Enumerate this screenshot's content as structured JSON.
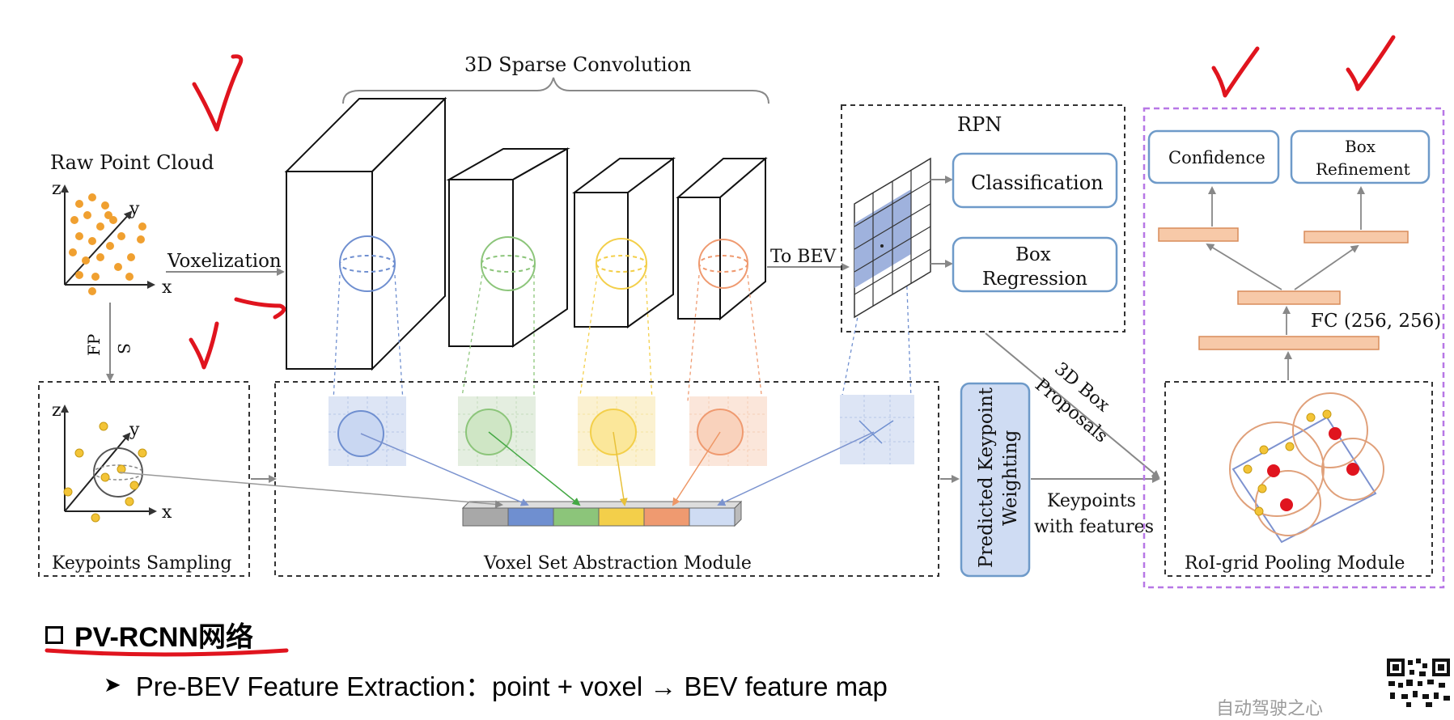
{
  "diagram": {
    "title_sparse_conv": "3D Sparse Convolution",
    "raw_point_cloud": "Raw Point Cloud",
    "axis_x": "x",
    "axis_y": "y",
    "axis_z": "z",
    "voxelization": "Voxelization",
    "fp": "FP",
    "s": "S",
    "to_bev": "To BEV",
    "rpn": "RPN",
    "classification": "Classification",
    "box_regression_1": "Box",
    "box_regression_2": "Regression",
    "keypoints_sampling": "Keypoints Sampling",
    "vsa_module": "Voxel Set Abstraction Module",
    "predicted_keypoint_1": "Predicted Keypoint",
    "predicted_keypoint_2": "Weighting",
    "box_proposals_1": "3D Box",
    "box_proposals_2": "Proposals",
    "keypoints_features_1": "Keypoints",
    "keypoints_features_2": "with features",
    "confidence": "Confidence",
    "box_refinement_1": "Box",
    "box_refinement_2": "Refinement",
    "fc": "FC (256, 256)",
    "roi_grid": "RoI-grid Pooling Module"
  },
  "colors": {
    "blue": "#6f8fd0",
    "green": "#8cc57a",
    "yellow": "#f3cf4a",
    "orange": "#ef9a70",
    "gray": "#a8a8a8",
    "light_blue": "#cfdcf3",
    "accent_red": "#e0141e",
    "purple_dash": "#b777e6",
    "box_border": "#6e9ac9",
    "fc_fill": "#f7c9a8",
    "point_orange": "#f0a030",
    "point_yellow": "#f3c437"
  },
  "slide": {
    "heading": "PV-RCNN网络",
    "bullet_marker": "➤",
    "bullet_text": "Pre-BEV Feature Extraction：point + voxel → BEV feature map",
    "watermark": "自动驾驶之心"
  }
}
